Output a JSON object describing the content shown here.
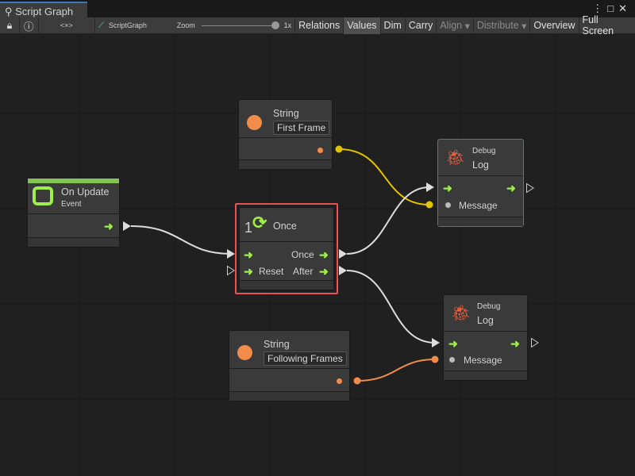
{
  "window": {
    "tab_title": "Script Graph"
  },
  "toolbar": {
    "graph_name": "ScriptGraph",
    "zoom_label": "Zoom",
    "zoom_value": "1x",
    "zoom_level": 1.0,
    "relations": "Relations",
    "values": "Values",
    "dim": "Dim",
    "carry": "Carry",
    "align": "Align",
    "distribute": "Distribute",
    "overview": "Overview",
    "full_screen": "Full Screen",
    "embed_icon": "<×>"
  },
  "nodes": {
    "on_update": {
      "title": "On Update",
      "subtitle": "Event"
    },
    "once": {
      "count": "1",
      "title": "Once",
      "out_once": "Once",
      "in_reset": "Reset",
      "out_after": "After"
    },
    "string1": {
      "title": "String",
      "value": "First Frame"
    },
    "string2": {
      "title": "String",
      "value": "Following Frames"
    },
    "debug1": {
      "category": "Debug",
      "title": "Log",
      "message": "Message"
    },
    "debug2": {
      "category": "Debug",
      "title": "Log",
      "message": "Message"
    }
  },
  "colors": {
    "flow": "#9ef046",
    "string_port": "#f28c4a",
    "string_port_yellow": "#e2c300",
    "selected": "#e35454",
    "event_bar": "#84c452",
    "debug_icon": "#f0603c"
  }
}
